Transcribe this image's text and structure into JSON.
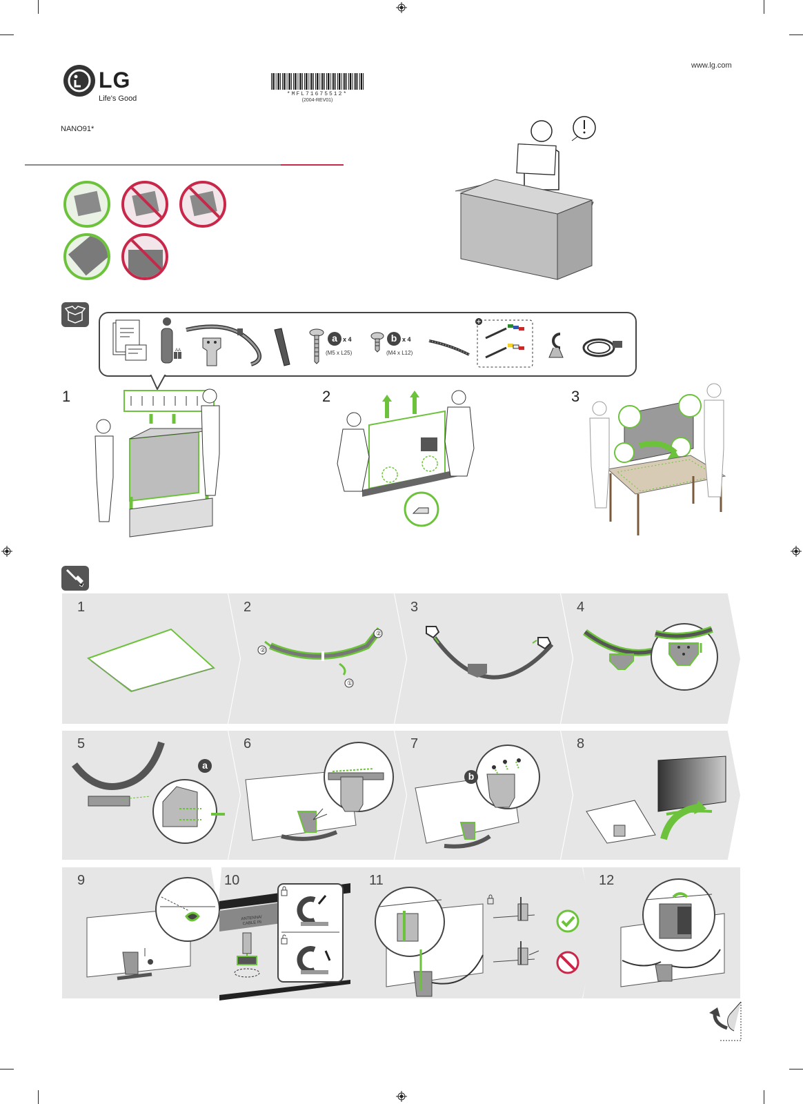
{
  "header": {
    "brand": "LG",
    "tagline": "Life's Good",
    "model": "NANO91*",
    "website": "www.lg.com",
    "barcode_text": "*MFL71675512*",
    "barcode_rev": "(2004-REV01)"
  },
  "handling": {
    "icons": [
      {
        "icon": "carry-upright-icon",
        "status": "ok"
      },
      {
        "icon": "carry-flat-icon",
        "status": "no"
      },
      {
        "icon": "carry-horizontal-icon",
        "status": "no"
      },
      {
        "icon": "hold-edge-icon",
        "status": "ok"
      },
      {
        "icon": "press-screen-icon",
        "status": "no"
      }
    ],
    "warning_icon": "exclamation-icon"
  },
  "unpack": {
    "section_icon": "open-box-icon",
    "accessories": [
      {
        "name": "manual-icon"
      },
      {
        "name": "remote-icon",
        "battery_label": "AA"
      },
      {
        "name": "stand-arc-icon"
      },
      {
        "name": "stand-body-icon"
      },
      {
        "name": "cable-guide-icon"
      },
      {
        "name": "screw-a",
        "tag": "a",
        "qty": "x 4",
        "size": "(M5 x L25)"
      },
      {
        "name": "screw-b",
        "tag": "b",
        "qty": "x 4",
        "size": "(M4 x L12)"
      },
      {
        "name": "cable-tie-icon"
      },
      {
        "name": "av-cable-icon"
      },
      {
        "name": "holder-clip-icon"
      },
      {
        "name": "power-cord-icon"
      }
    ],
    "steps": [
      "1",
      "2",
      "3"
    ]
  },
  "assembly": {
    "section_icon": "screwdriver-icon",
    "steps": [
      "1",
      "2",
      "3",
      "4",
      "5",
      "6",
      "7",
      "8",
      "9",
      "10",
      "11",
      "12"
    ],
    "step2_marks": [
      "①",
      "②",
      "②"
    ],
    "step5_tag": "a",
    "step7_tag": "b",
    "step10_label": "ANTENNA/ CABLE IN"
  },
  "colors": {
    "accent_green": "#6cc23a",
    "prohibit_red": "#c8274a",
    "panel_gray": "#e6e6e6"
  }
}
